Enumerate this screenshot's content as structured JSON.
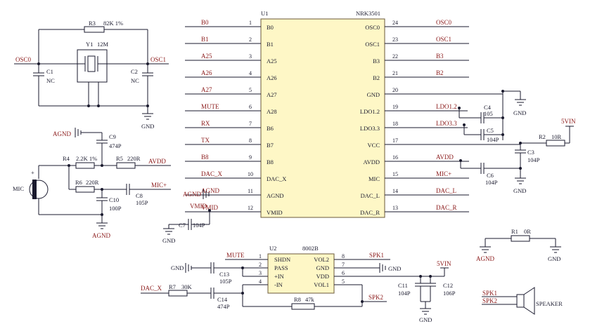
{
  "u1": {
    "ref": "U1",
    "part": "NRK3501",
    "left_pins": [
      {
        "num": "1",
        "name": "B0",
        "net": "B0"
      },
      {
        "num": "2",
        "name": "B1",
        "net": "B1"
      },
      {
        "num": "3",
        "name": "A25",
        "net": "A25"
      },
      {
        "num": "4",
        "name": "A26",
        "net": "A26"
      },
      {
        "num": "5",
        "name": "A27",
        "net": "A27"
      },
      {
        "num": "6",
        "name": "A28",
        "net": "MUTE"
      },
      {
        "num": "7",
        "name": "B6",
        "net": "RX"
      },
      {
        "num": "8",
        "name": "B7",
        "net": "TX"
      },
      {
        "num": "9",
        "name": "B8",
        "net": "B8"
      },
      {
        "num": "10",
        "name": "DAC_X",
        "net": "DAC_X"
      },
      {
        "num": "11",
        "name": "AGND",
        "net": "AGND"
      },
      {
        "num": "12",
        "name": "VMID",
        "net": "VMID"
      }
    ],
    "right_pins": [
      {
        "num": "24",
        "name": "OSC0",
        "net": "OSC0"
      },
      {
        "num": "23",
        "name": "OSC1",
        "net": "OSC1"
      },
      {
        "num": "22",
        "name": "B3",
        "net": "B3"
      },
      {
        "num": "21",
        "name": "B2",
        "net": "B2"
      },
      {
        "num": "20",
        "name": "GND",
        "net": ""
      },
      {
        "num": "19",
        "name": "LDO1.2",
        "net": "LDO1.2"
      },
      {
        "num": "18",
        "name": "LDO3.3",
        "net": "LDO3.3"
      },
      {
        "num": "17",
        "name": "VCC",
        "net": ""
      },
      {
        "num": "16",
        "name": "AVDD",
        "net": "AVDD"
      },
      {
        "num": "15",
        "name": "MIC",
        "net": "MIC+"
      },
      {
        "num": "14",
        "name": "DAC_L",
        "net": "DAC_L"
      },
      {
        "num": "13",
        "name": "DAC_R",
        "net": "DAC_R"
      }
    ]
  },
  "u2": {
    "ref": "U2",
    "part": "8002B",
    "left_pins": [
      {
        "num": "1",
        "name": "SHDN"
      },
      {
        "num": "2",
        "name": "PASS"
      },
      {
        "num": "3",
        "name": "+IN"
      },
      {
        "num": "4",
        "name": "-IN"
      }
    ],
    "right_pins": [
      {
        "num": "8",
        "name": "VOL2"
      },
      {
        "num": "7",
        "name": "GND"
      },
      {
        "num": "6",
        "name": "VDD"
      },
      {
        "num": "5",
        "name": "VOL1"
      }
    ]
  },
  "crystal": {
    "net_in": "OSC0",
    "net_out": "OSC1",
    "r3_ref": "R3",
    "r3_val": "82K 1%",
    "y1_ref": "Y1",
    "y1_val": "12M",
    "c1_ref": "C1",
    "c1_val": "NC",
    "c2_ref": "C2",
    "c2_val": "NC",
    "gnd": "GND"
  },
  "mic": {
    "label": "MIC",
    "plus": "+",
    "agnd_top": "AGND",
    "c9_ref": "C9",
    "c9_val": "474P",
    "r4_ref": "R4",
    "r4_val": "2.2K 1%",
    "r5_ref": "R5",
    "r5_val": "220R",
    "avdd": "AVDD",
    "r6_ref": "R6",
    "r6_val": "220R",
    "c8_ref": "C8",
    "c8_val": "105P",
    "mic_net": "MIC+",
    "c10_ref": "C10",
    "c10_val": "100P",
    "agnd_bottom": "AGND"
  },
  "vmid": {
    "net": "VMID",
    "c7_ref": "C7",
    "c7_val": "104P",
    "gnd": "GND",
    "agnd": "AGND"
  },
  "supply": {
    "c4_ref": "C4",
    "c4_val": "105",
    "c5_ref": "C5",
    "c5_val": "104P",
    "r2_ref": "R2",
    "r2_val": "10R",
    "vin": "5VIN",
    "c3_ref": "C3",
    "c3_val": "104P",
    "c6_ref": "C6",
    "c6_val": "104P",
    "gnd1": "GND",
    "gnd2": "GND"
  },
  "ground_link": {
    "r1_ref": "R1",
    "r1_val": "0R",
    "left": "AGND",
    "right": "GND"
  },
  "amp": {
    "mute": "MUTE",
    "gnd_left": "GND",
    "c13_ref": "C13",
    "c13_val": "105P",
    "dac_x": "DAC_X",
    "r7_ref": "R7",
    "r7_val": "30K",
    "c14_ref": "C14",
    "c14_val": "474P",
    "r8_ref": "R8",
    "r8_val": "47k",
    "spk1": "SPK1",
    "spk2": "SPK2",
    "gnd_right": "GND",
    "vin": "5VIN",
    "c11_ref": "C11",
    "c11_val": "104P",
    "c12_ref": "C12",
    "c12_val": "106P",
    "gnd_bottom": "GND"
  },
  "speaker": {
    "net1": "SPK1",
    "net2": "SPK2",
    "label": "SPEAKER"
  }
}
